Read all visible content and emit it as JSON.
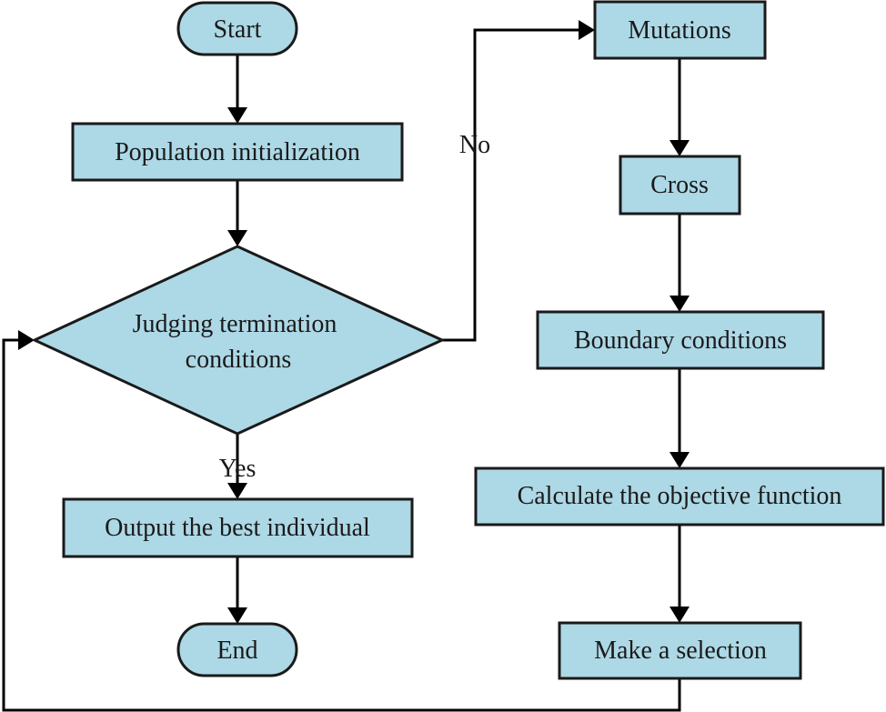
{
  "nodes": {
    "start": "Start",
    "population_init": "Population initialization",
    "judging_line1": "Judging termination",
    "judging_line2": "conditions",
    "output_best": "Output the best individual",
    "end": "End",
    "mutations": "Mutations",
    "cross": "Cross",
    "boundary": "Boundary conditions",
    "objective": "Calculate the objective function",
    "selection": "Make a selection"
  },
  "edge_labels": {
    "no": "No",
    "yes": "Yes"
  },
  "colors": {
    "node_fill": "#add8e6",
    "node_stroke": "#1a1a1a",
    "edge": "#000000",
    "text": "#1a1a1a",
    "background": "#ffffff"
  }
}
